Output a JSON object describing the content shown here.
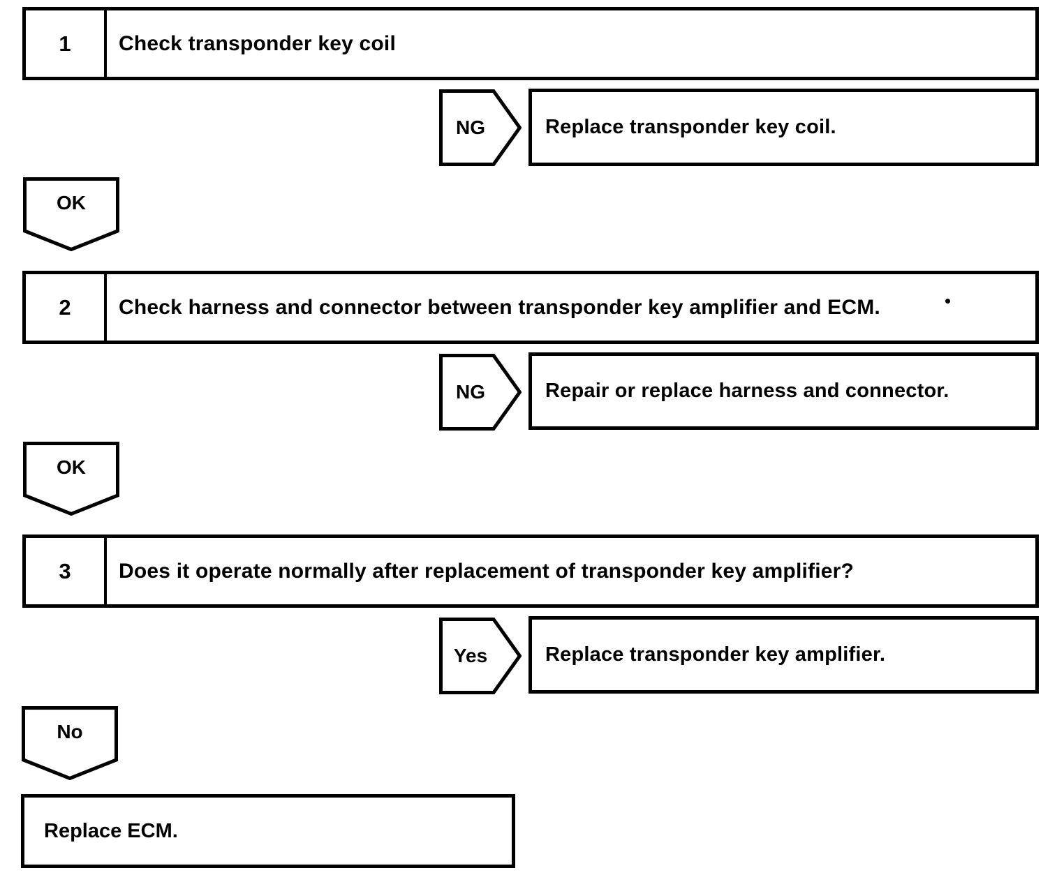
{
  "flow": {
    "steps": [
      {
        "number": "1",
        "title": "Check transponder key coil",
        "branch_label": "NG",
        "branch_action": "Replace transponder key coil.",
        "continue_label": "OK"
      },
      {
        "number": "2",
        "title": "Check harness and connector between transponder key amplifier and ECM.",
        "branch_label": "NG",
        "branch_action": "Repair or replace harness and connector.",
        "continue_label": "OK"
      },
      {
        "number": "3",
        "title": "Does it operate normally after replacement of transponder key amplifier?",
        "branch_label": "Yes",
        "branch_action": "Replace transponder key amplifier.",
        "continue_label": "No"
      }
    ],
    "final_action": "Replace ECM."
  },
  "colors": {
    "line": "#000000",
    "background": "#ffffff"
  }
}
